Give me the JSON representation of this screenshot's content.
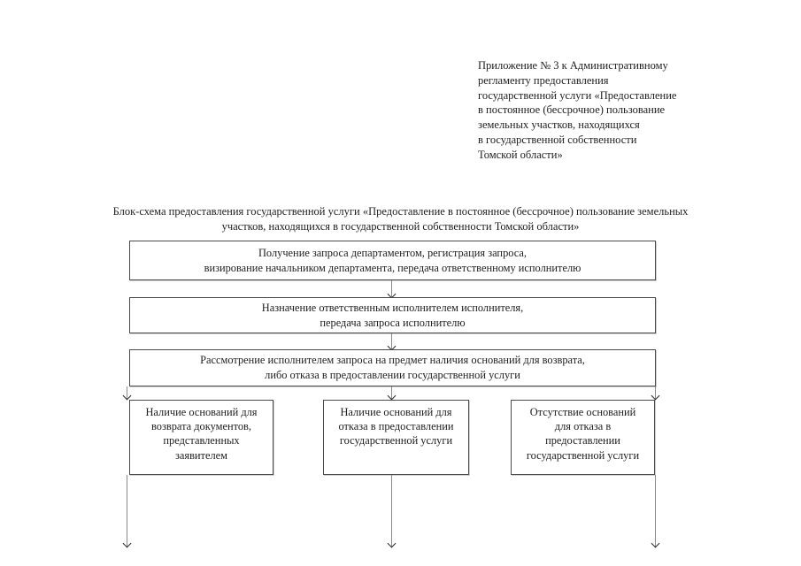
{
  "page": {
    "background": "#ffffff",
    "text_color": "#1f1f1f",
    "border_color": "#4a4a4a",
    "arrow_color": "#8a8a8a"
  },
  "annex": {
    "lines": [
      "Приложение № 3 к Административному",
      "регламенту предоставления",
      "государственной услуги «Предоставление",
      "в постоянное (бессрочное) пользование",
      "земельных участков, находящихся",
      "в государственной собственности",
      "Томской области»"
    ]
  },
  "title": {
    "lines": [
      "Блок-схема предоставления государственной услуги «Предоставление в постоянное (бессрочное) пользование земельных",
      "участков, находящихся в государственной собственности Томской области»"
    ]
  },
  "flow": {
    "step1": {
      "lines": [
        "Получение запроса департаментом, регистрация запроса,",
        "визирование начальником департамента, передача ответственному исполнителю"
      ]
    },
    "step2": {
      "lines": [
        "Назначение ответственным исполнителем исполнителя,",
        "передача запроса исполнителю"
      ]
    },
    "step3": {
      "lines": [
        "Рассмотрение исполнителем запроса на предмет наличия оснований для возврата,",
        "либо отказа в предоставлении государственной услуги"
      ]
    },
    "branch_left": {
      "lines": [
        "Наличие оснований для",
        "возврата документов,",
        "представленных",
        "заявителем"
      ]
    },
    "branch_middle": {
      "lines": [
        "Наличие оснований для",
        "отказа в предоставлении",
        "государственной услуги"
      ]
    },
    "branch_right": {
      "lines": [
        "Отсутствие оснований",
        "для отказа в",
        "предоставлении",
        "государственной услуги"
      ]
    }
  }
}
